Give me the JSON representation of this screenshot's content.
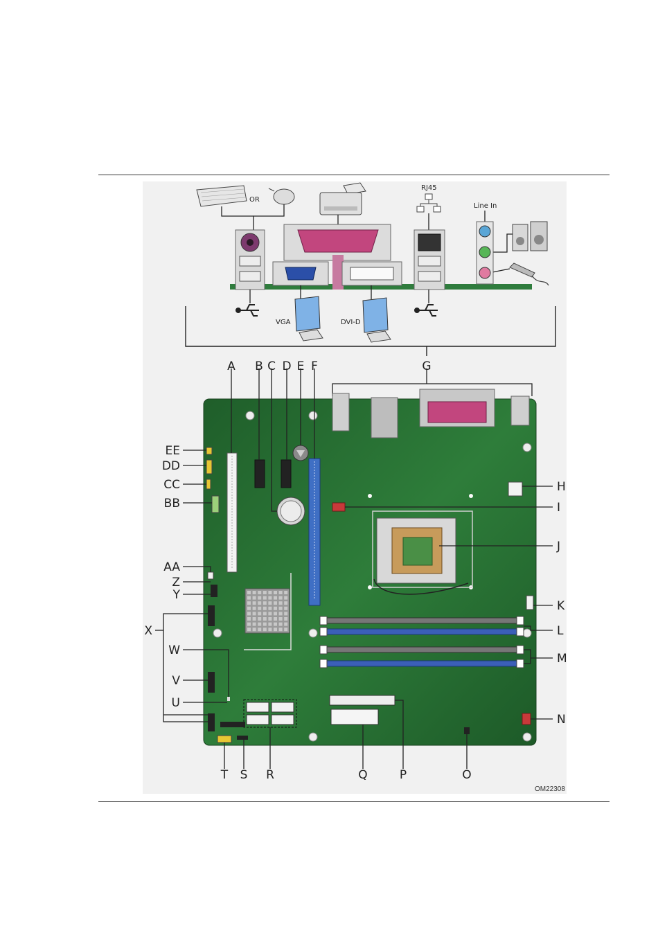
{
  "figure_id": "OM22308",
  "back_panel": {
    "or_label": "OR",
    "rj45_label": "RJ45",
    "line_in_label": "Line In",
    "vga_label": "VGA",
    "dvid_label": "DVI-D"
  },
  "callouts": {
    "top": [
      "A",
      "B",
      "C",
      "D",
      "E",
      "F",
      "G"
    ],
    "right": [
      "H",
      "I",
      "J",
      "K",
      "L",
      "M",
      "N"
    ],
    "bottom": [
      "T",
      "S",
      "R",
      "Q",
      "P",
      "O"
    ],
    "left": [
      "EE",
      "DD",
      "CC",
      "BB",
      "AA",
      "Z",
      "Y",
      "X",
      "W",
      "V",
      "U"
    ]
  },
  "colors": {
    "board": "#2e7d3a",
    "board_dark": "#1f5e2a",
    "pci_express": "#3f6fc4",
    "memory_blue": "#3b5fb8",
    "parallel_pink": "#c2467e",
    "audio_blue": "#5aa6d6",
    "audio_green": "#57b657",
    "audio_pink": "#e07aa0",
    "fan_header_red": "#c8393a",
    "header_yellow": "#e8c733"
  }
}
